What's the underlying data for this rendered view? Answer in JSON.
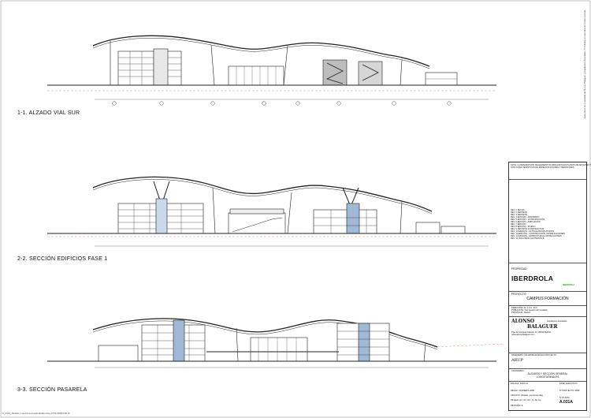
{
  "sections": [
    {
      "label": "1-1.   ALZADO VIAL SUR"
    },
    {
      "label": "2-2.   SECCIÓN EDIFICIOS FASE 1"
    },
    {
      "label": "3-3.   SECCIÓN PASARELA"
    }
  ],
  "notes": {
    "line1": "NOTA: LA DESCRIPCIÓN DE ELEMENTOS INDICADOS EN PLANOS DE ARQUITECTURA",
    "line2": "SON CARACTERÍSTICAS DE ESPECIFICACIONES Y MEDICIONES"
  },
  "revisions": [
    "REV. 1  FECHA",
    "REV. 2  REVISIÓN",
    "REV. 3  REVISIÓN",
    "REV. 4  EDICIÓN - APROBADO",
    "REV. 5  EDICIÓN - CONSTRUCCIÓN",
    "REV. 6  EDICIÓN - AMPLIACIÓN",
    "REV. 7  EDICIÓN",
    "REV. 8  EDICIÓN - PLIEGO",
    "REV. 9  REVISIÓN CONSTRUCTIVA",
    "REV. 10  EDICIÓN - ACTUALIZACIÓN PLANOS",
    "REV. 11  EDICIÓN - CONSTRUCCIÓN / MODIFICACIONES",
    "REV. 12  EDICIÓN - ESTRUCTURA E INSTALACIONES",
    "REV. 13  INCLUSIÓN ACOTACIÓN B"
  ],
  "propiedad": {
    "heading": "PROPIEDAD:",
    "name": "IBERDROLA",
    "logo_text": "IBERDROLA"
  },
  "proyecto": {
    "heading": "PROYECTO:",
    "name": "CAMPUS FORMACIÓN"
  },
  "direccion": {
    "label": "DIRECCIÓN:",
    "value": "Av. 1 Km. 33,5"
  },
  "poblacion": {
    "label": "POBLACIÓN:",
    "value": "San Agustín del Guadalix"
  },
  "provincia": {
    "label": "PROVINCIA:",
    "value": "Madrid"
  },
  "arquitecto": {
    "name_top": "ALONSO",
    "name_bottom": "BALAGUER",
    "subtitle": "Arquitectos Asociados",
    "address": "Pza. de Vázquez Alemán 12, 28012 Madrid",
    "contact": "www.alonsobalaguer.com"
  },
  "ingenieria": {
    "heading": "INGENIERÍA COLABORADORA EN PROYECTO:",
    "name": "ARUP"
  },
  "contenido": {
    "heading": "CONTENIDO:",
    "line1": "ALZADOS Y SECCIÓN GENERAL",
    "line2": "LONGITUDINALES"
  },
  "escala": {
    "label": "ESCALA:",
    "value": "1/400  A1"
  },
  "fase": {
    "label": "FASE:",
    "value": "EJECUTIVO"
  },
  "fecha": {
    "label": "FECHA:",
    "value": "10-ENERO-2008"
  },
  "num_proyecto": {
    "label": "Nº PROYECTO:",
    "value": "9999"
  },
  "archivo": {
    "label": "ARCHIVO:",
    "value": "Alzados_secciones.dwg"
  },
  "dibujado": {
    "value": "Dibujado por: Inf. Cen. Jp. Sk. Ap"
  },
  "plano": {
    "label": "Nº PLANO:",
    "value": "A.031A"
  },
  "revision": {
    "label": "REVISIÓN:",
    "value": "A"
  },
  "footer": "A_031A_Alzados y secciones longitudinales.dwg   17/01/2008 8:38:16",
  "vertical_note": "Este plano es propiedad de Alonso Balaguer y Arquitectos Asociados. Prohibida su reproducción total o parcial."
}
